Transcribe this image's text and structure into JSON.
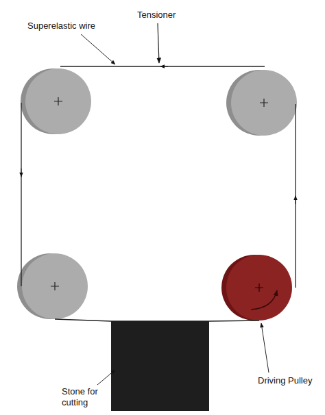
{
  "diagram": {
    "labels": [
      "Superelastic wire",
      "Tensioner",
      "Stone for cutting",
      "Driving Pulley"
    ]
  }
}
